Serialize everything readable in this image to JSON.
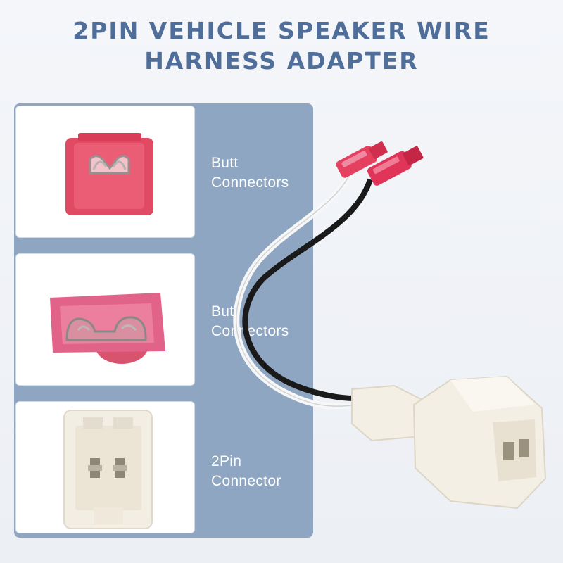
{
  "title": {
    "line1": "2PIN VEHICLE SPEAKER WIRE",
    "line2": "HARNESS ADAPTER"
  },
  "features": [
    {
      "line1": "Butt",
      "line2": "Connectors"
    },
    {
      "line1": "Butt",
      "line2": "Connectors"
    },
    {
      "line1": "2Pin",
      "line2": "Connector"
    }
  ],
  "colors": {
    "title": "#4f6e99",
    "panel": "#8ea6c2",
    "connector_red": "#e53b5b",
    "connector_white": "#f4efe4"
  }
}
